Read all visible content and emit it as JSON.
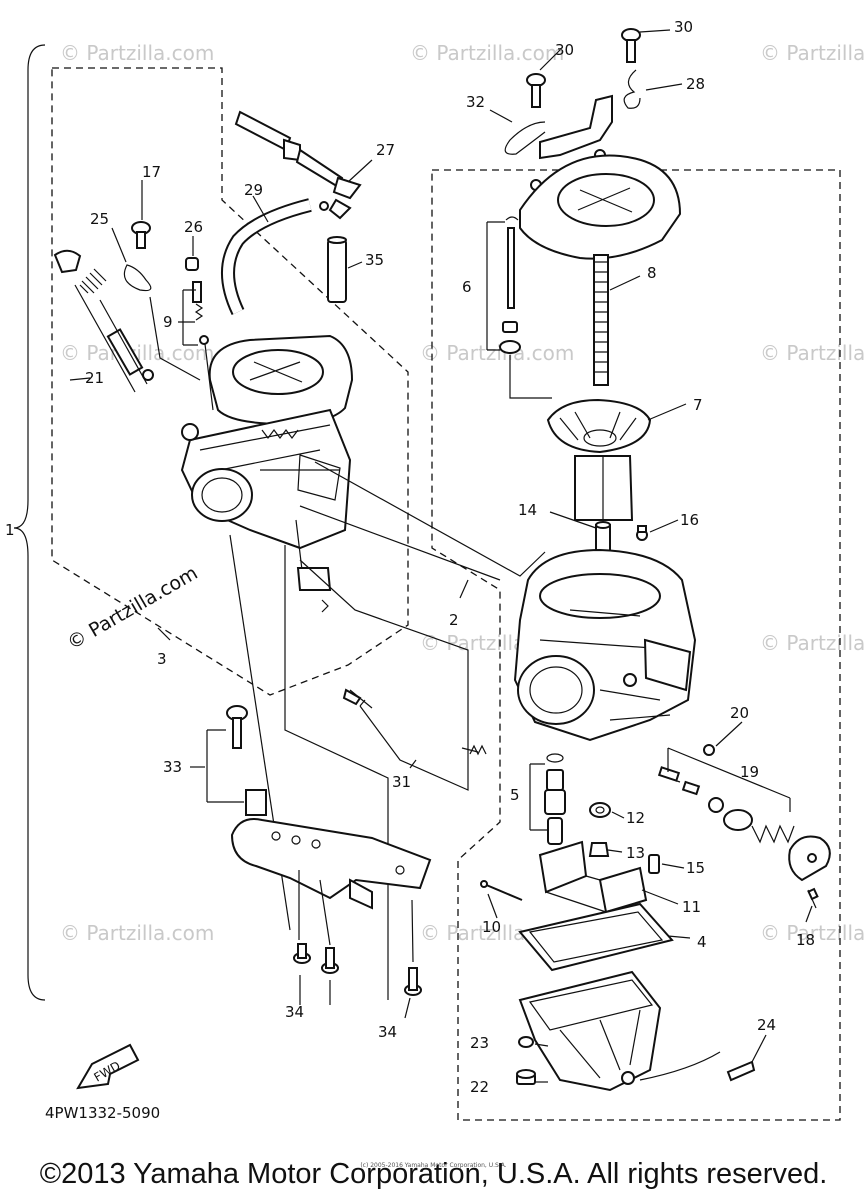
{
  "diagram_code": "4PW1332-5090",
  "fwd_label": "FWD",
  "watermark_text": "© Partzilla.com",
  "watermark_main": "© Partzilla.com",
  "copyright": "©2013 Yamaha Motor Corporation, U.S.A. All rights reserved.",
  "tiny_note": "(c) 2005-2016 Yamaha Motor Corporation, U.S.A.",
  "callouts": [
    "1",
    "2",
    "3",
    "4",
    "5",
    "6",
    "7",
    "8",
    "9",
    "10",
    "11",
    "12",
    "13",
    "14",
    "15",
    "16",
    "17",
    "18",
    "19",
    "20",
    "21",
    "22",
    "23",
    "24",
    "25",
    "26",
    "27",
    "28",
    "29",
    "30",
    "30",
    "31",
    "32",
    "33",
    "34",
    "34",
    "35"
  ]
}
